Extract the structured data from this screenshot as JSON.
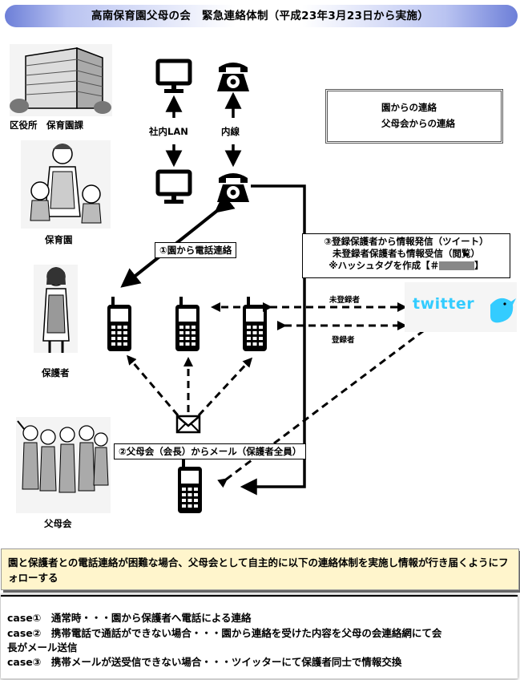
{
  "title": "高南保育園父母の会　緊急連絡体制（平成23年3月23日から実施）",
  "legend": {
    "solid": "園からの連絡",
    "dashed": "父母会からの連絡"
  },
  "labels": {
    "ward_office": "区役所　保育園課",
    "nursery": "保育園",
    "guardian": "保護者",
    "parents_assoc": "父母会",
    "intranet_lan": "社内LAN",
    "extension": "内線",
    "unregistered": "未登録者",
    "registered": "登録者"
  },
  "callouts": {
    "step1": "①園から電話連絡",
    "step2": "②父母会（会長）からメール（保護者全員）",
    "step3_line1": "③登録保護者から情報発信（ツイート）",
    "step3_line2": "未登録者保護者も情報受信（閲覧）",
    "step3_line3_prefix": "※ハッシュタグを作成【＃",
    "step3_line3_suffix": "】"
  },
  "twitter": {
    "wordmark": "twitter"
  },
  "notice": {
    "summary": "園と保護者との電話連絡が困難な場合、父母会として自主的に以下の連絡体制を実施し情報が行き届くようにフォローする",
    "case1": "case①　通常時・・・園から保護者へ電話による連絡",
    "case2_line1": "case②　携帯電話で通話ができない場合・・・園から連絡を受けた内容を父母の会連絡網にて会",
    "case2_line2": "長がメール送信",
    "case3": "case③　携帯メールが送受信できない場合・・・ツイッターにて保護者同士で情報交換"
  },
  "colors": {
    "twitter_blue": "#33ccff",
    "notice_bg": "#fff5cc",
    "banner_blue": "#6d7fd8"
  }
}
